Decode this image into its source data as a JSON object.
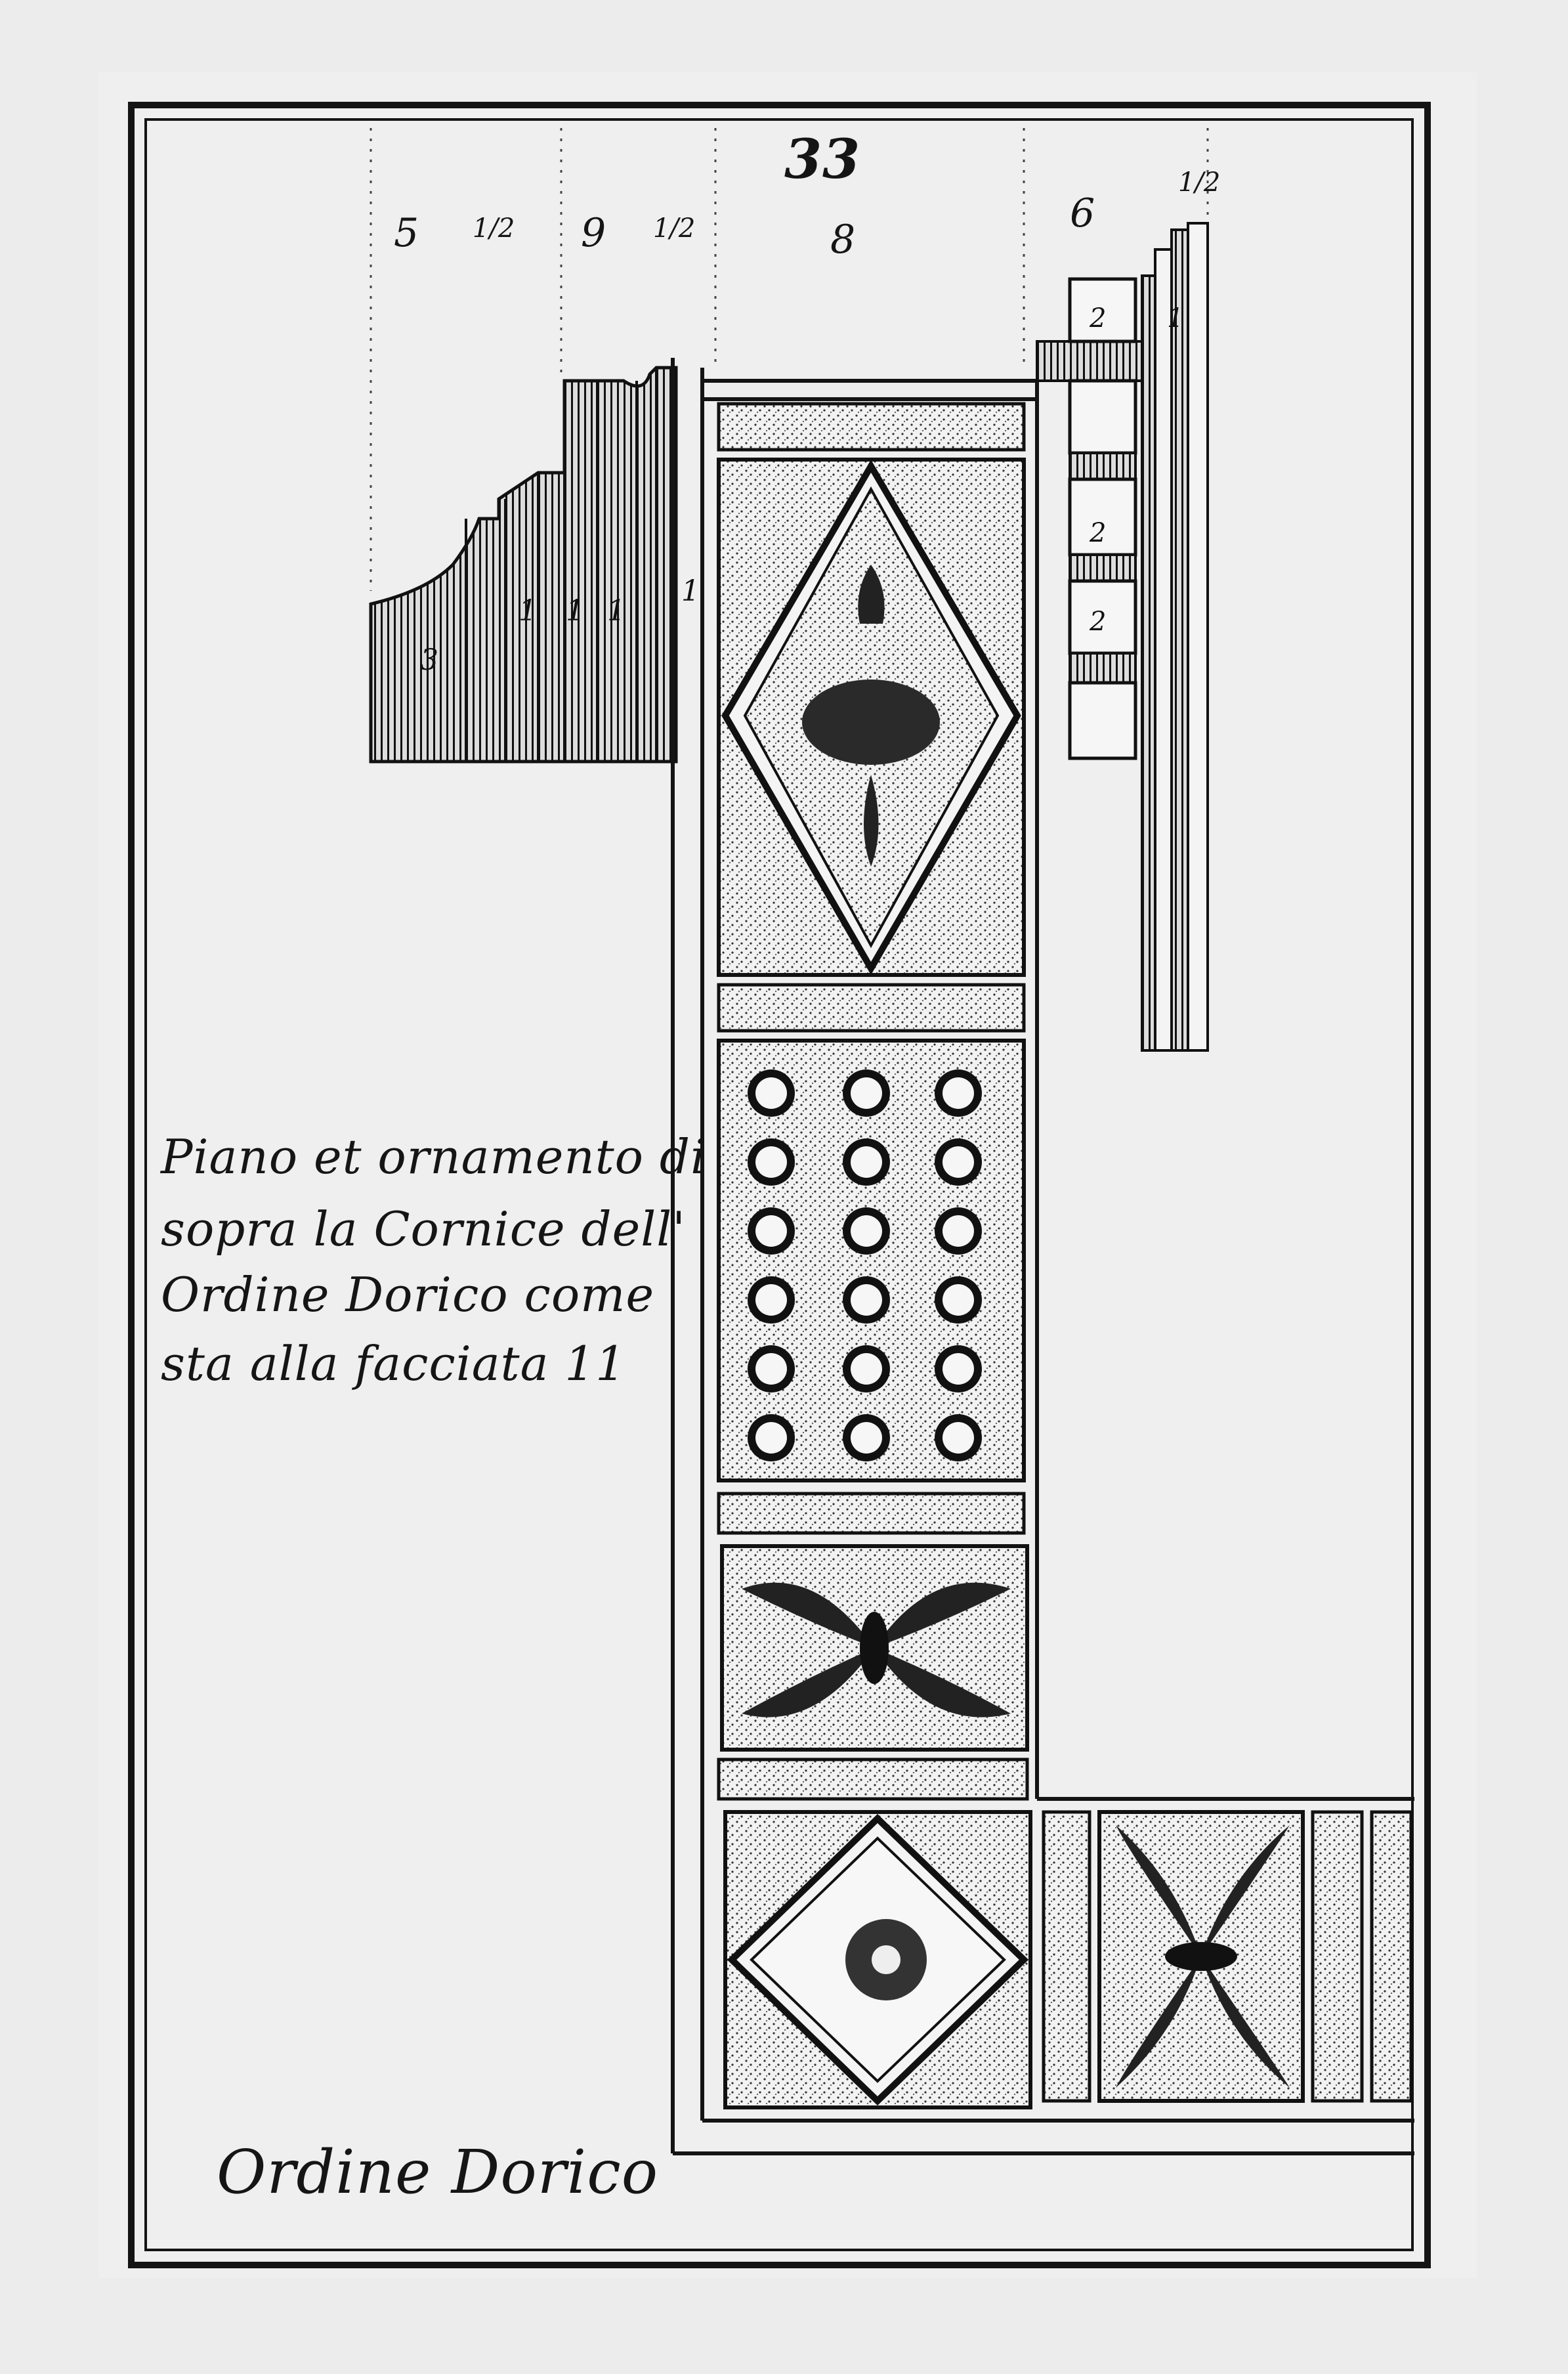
{
  "plate": {
    "page_number": "33",
    "caption_lines": [
      "Piano et ornamento di",
      "sopra la Cornice dell'",
      "Ordine Dorico come",
      "sta alla facciata 11"
    ],
    "footer_title": "Ordine Dorico",
    "top_dimensions": {
      "d1": "5",
      "d2": "9",
      "d3": "8",
      "d4": "6",
      "half": "1/2"
    },
    "profile_labels": [
      "3",
      "1",
      "1",
      "1",
      "1"
    ],
    "dentil_labels": [
      "2",
      "2",
      "2",
      "1"
    ],
    "colors": {
      "paper": "#ececec",
      "ink": "#141414"
    },
    "panel_order": [
      "lozenge-fleur-de-lis",
      "roundels",
      "acanthus-leaf",
      "lozenge-rosette"
    ]
  }
}
